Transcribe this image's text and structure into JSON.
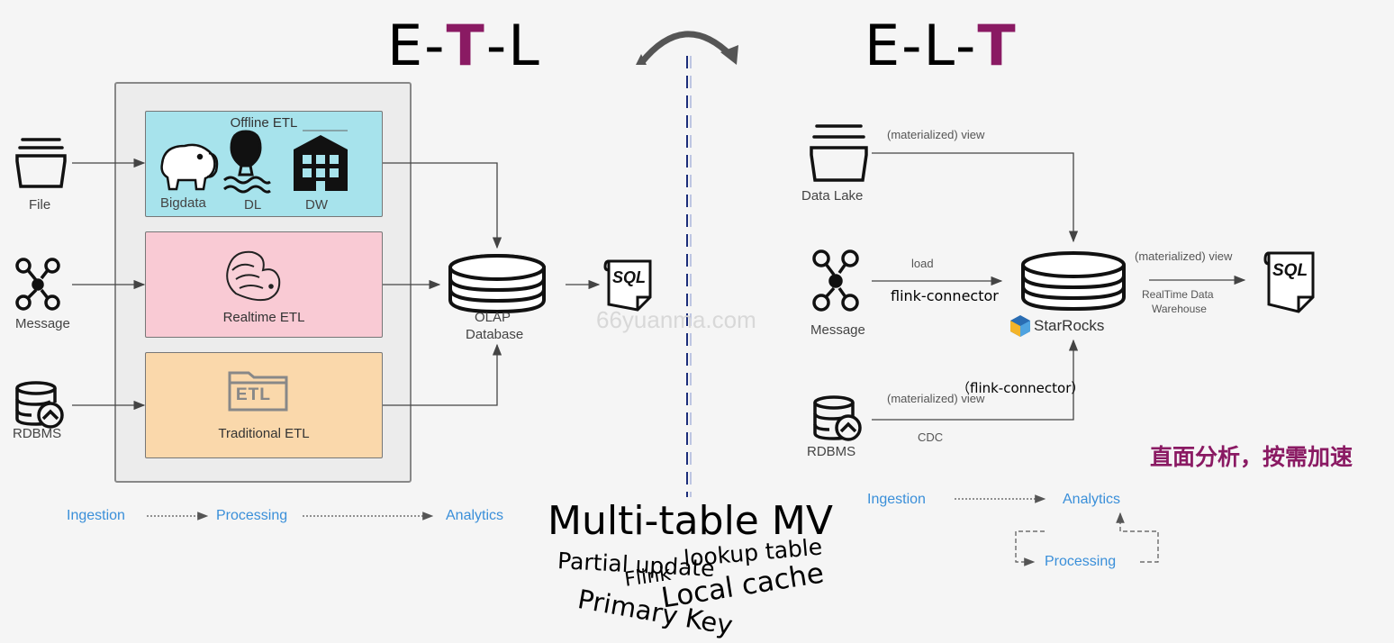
{
  "left": {
    "title_parts": [
      "E-",
      "T",
      "-L"
    ],
    "offline_etl": "Offline ETL",
    "bigdata": "Bigdata",
    "dl": "DL",
    "dw": "DW",
    "realtime_etl": "Realtime ETL",
    "etl_icon_text": "ETL",
    "traditional_etl": "Traditional ETL",
    "file": "File",
    "message": "Message",
    "rdbms": "RDBMS",
    "olap_line1": "OLAP",
    "olap_line2": "Database",
    "sql": "SQL",
    "flow": {
      "ingestion": "Ingestion",
      "processing": "Processing",
      "analytics": "Analytics"
    }
  },
  "right": {
    "title_parts": [
      "E-L-",
      "T"
    ],
    "data_lake": "Data Lake",
    "message": "Message",
    "rdbms": "RDBMS",
    "mview_top": "(materialized)  view",
    "load": "load",
    "flink_connector": "flink-connector",
    "starrocks": "StarRocks",
    "flink_connector_paren": "（flink-connector）",
    "mview_bottom": "(materialized)  view",
    "cdc": "CDC",
    "mview_right": "(materialized)  view",
    "realtime_line1": "RealTime Data",
    "realtime_line2": "Warehouse",
    "sql": "SQL",
    "slogan": "直面分析，按需加速",
    "flow": {
      "ingestion": "Ingestion",
      "analytics": "Analytics",
      "processing": "Processing"
    }
  },
  "watermark": "66yuanma.com",
  "overlay": {
    "multi_table_mv": "Multi-table MV",
    "partial_update": "Partial update",
    "lookup_table": "lookup table",
    "flink": "Flink",
    "local_cache": "Local cache",
    "primary_key": "Primary Key"
  }
}
